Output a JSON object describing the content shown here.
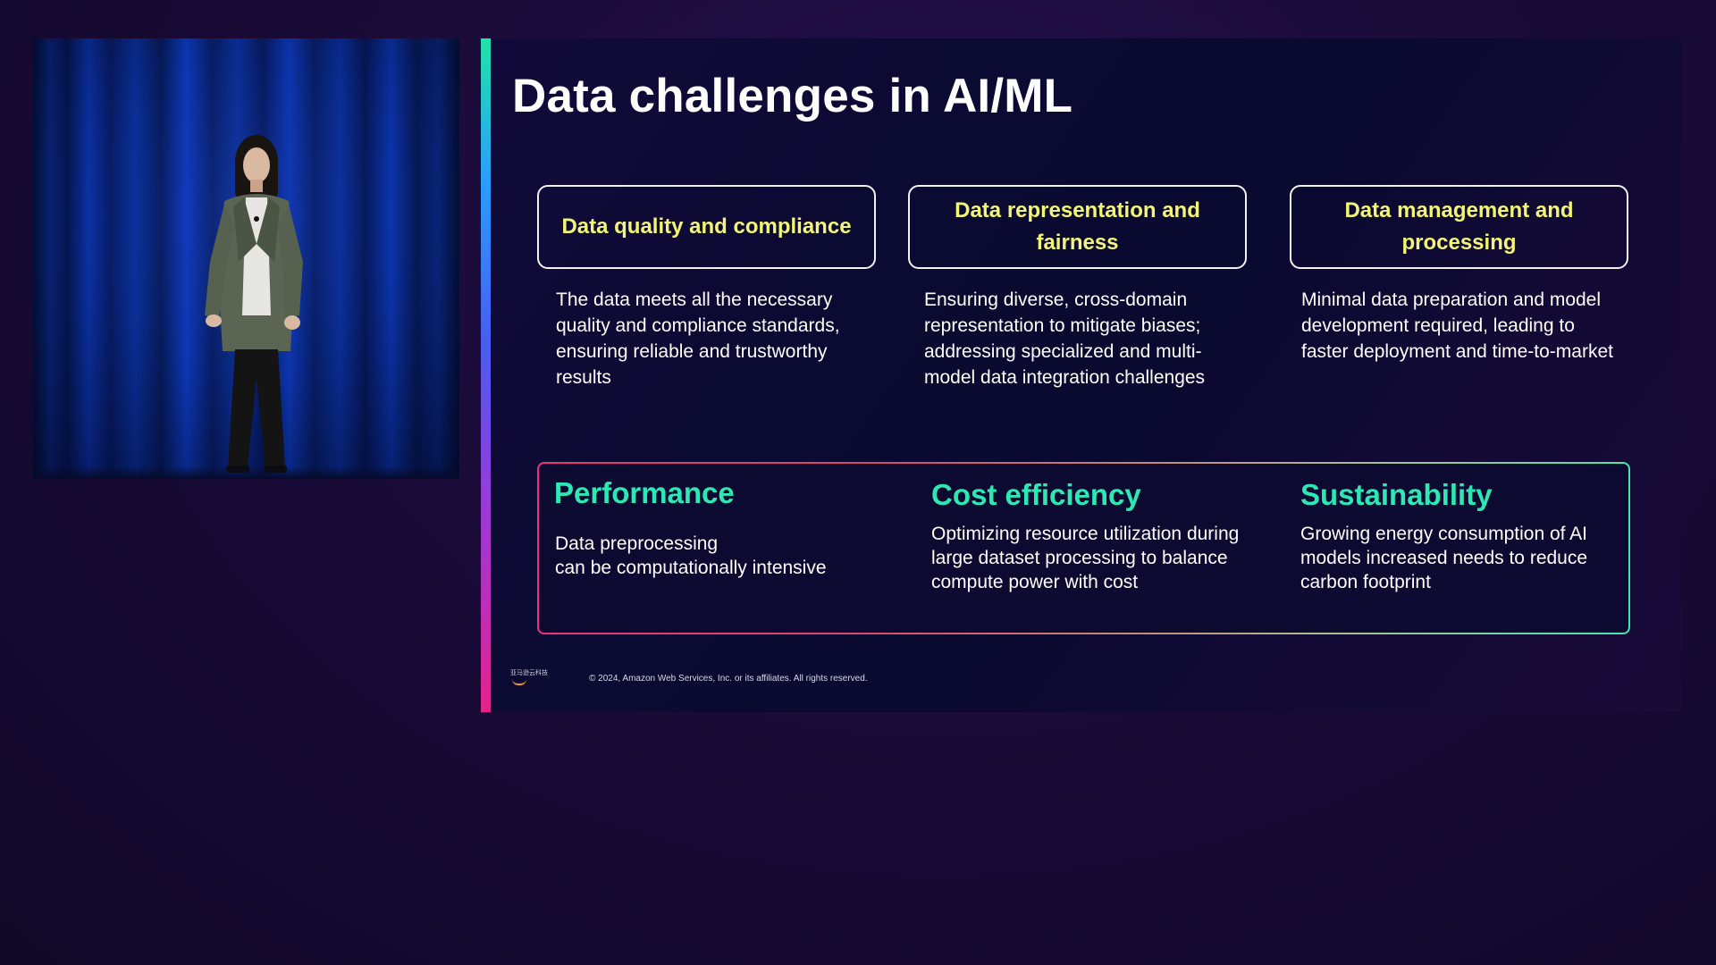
{
  "slide": {
    "title": "Data challenges in AI/ML",
    "challenges": [
      {
        "heading": "Data quality and compliance",
        "description": "The data meets all the necessary quality and compliance standards, ensuring reliable and trustworthy results"
      },
      {
        "heading": "Data representation and fairness",
        "description": "Ensuring diverse, cross-domain representation to mitigate biases; addressing specialized and multi-model data integration challenges"
      },
      {
        "heading": "Data management and processing",
        "description": "Minimal data preparation and model development required, leading to faster deployment and time-to-market"
      }
    ],
    "metrics": [
      {
        "title": "Performance",
        "line1": "Data preprocessing",
        "line2": "can be computationally intensive"
      },
      {
        "title": "Cost efficiency",
        "description": "Optimizing resource utilization during large dataset processing to balance compute power with cost"
      },
      {
        "title": "Sustainability",
        "description": "Growing energy consumption of AI models increased needs to reduce carbon footprint"
      }
    ],
    "footer": {
      "logo_text": "亚马逊云科技",
      "copyright": "© 2024, Amazon Web Services, Inc. or its affiliates. All rights reserved."
    }
  },
  "colors": {
    "background": "#1a0b38",
    "slide_background": "#0b0a32",
    "heading_yellow": "#f3f574",
    "metric_green": "#2ee8b3",
    "text_white": "#ffffff",
    "accent_top": "#21e3a8",
    "accent_bottom": "#e4228d"
  },
  "icons": {
    "footer_logo": "aws-logo-icon"
  }
}
